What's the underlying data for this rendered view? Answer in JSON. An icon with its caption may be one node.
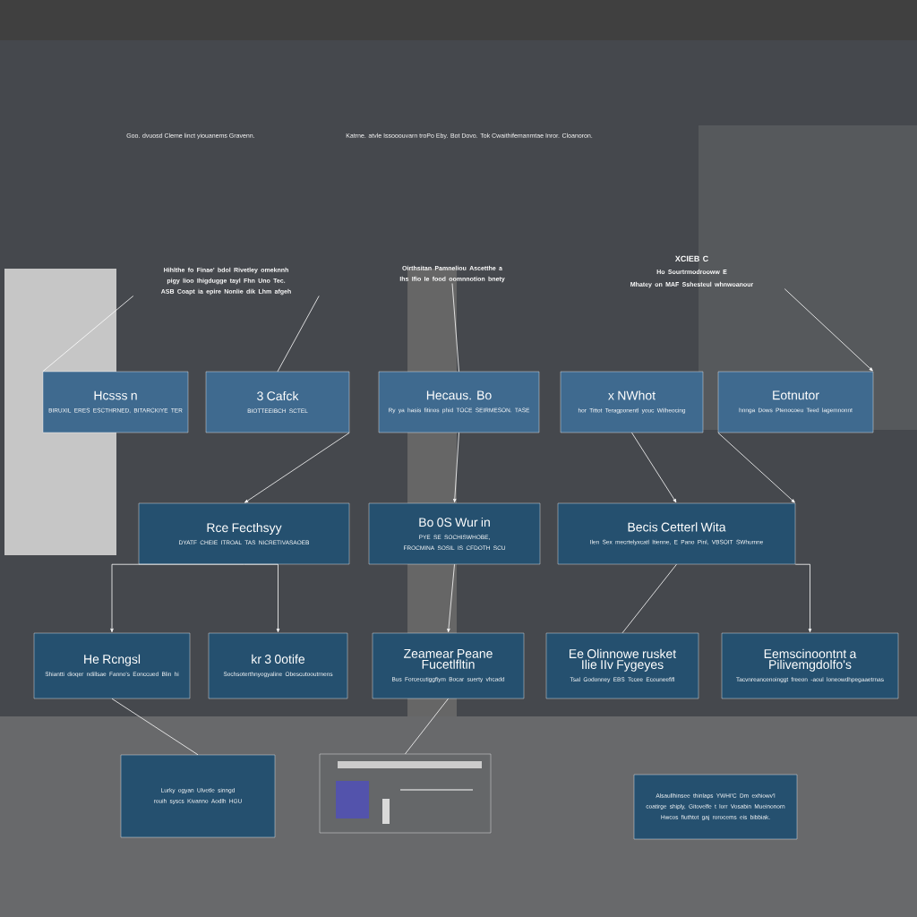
{
  "diagram": {
    "nodes": [
      {
        "text": [
          "Hcsss n",
          "BIRUXIL ERES ESCTHRNED, BITARCKIYE TER"
        ]
      },
      {
        "text": [
          "3 Cafck",
          "BIOTTEEIBCH SCTEL"
        ]
      },
      {
        "text": [
          "Hecaus. Bo",
          "Ry ya hasis fitinos phid TOCE SEIRMESON. TASE"
        ]
      },
      {
        "text": [
          "x NWhot",
          "hor Tittot Teragponentl youc Wilheocing"
        ]
      },
      {
        "text": [
          "Eotnutor",
          "hnnga Dows Ptenocoeu Teed lagemnonnt"
        ]
      },
      {
        "text": [
          "Rce Fecthsyy",
          "DYATF CHEIE ITROAL TAS NICRETIVASAOEB"
        ]
      },
      {
        "text": [
          "Bo 0S Wur in",
          "PYE SE SOCHISWHOBE, FROCMINA SOSIL IS CFDOTH SCU"
        ]
      },
      {
        "text": [
          "Becis Cetterl Wita",
          "Ilen Sex mecrtelyxcatl ltienne, E Pano Pinl, VBSOIT SWhumne"
        ]
      },
      {
        "text": [
          "He Rcngsl",
          "Shiantti dioqer ndillsae Fanno's Eonccued Blin hi"
        ]
      },
      {
        "text": [
          "kr 3 0otife",
          "Sochsoterthnyogyaline Obescutooutrnens"
        ]
      },
      {
        "text": [
          "Zeamear Peane Fucetlfltin",
          "Bus Forcecutiggfiym Bocar suerty vhcadd"
        ]
      },
      {
        "text": [
          "Ee Olinnowe rusket Ilie IIv Fygeyes",
          "Tsal Godonney EBS Tccee Ecouneefifl"
        ]
      },
      {
        "text": [
          "Eemscinoontnt a Pilivemgdolfo's",
          "Tacvnreancenoinggt freeon -aoul loneowdhpegaaetrnas"
        ]
      },
      {
        "text": [
          "Lurky ogyan Ulvetle sinngd rouih syscs Kivanno Aodlh HGU"
        ]
      },
      {
        "text": [],
        "shape": "picture"
      },
      {
        "text": [
          "Alsaullhinsee thinlaps YWHI'C Dm exhiowv'l coatirge shiply, Gitovelfe t lorr Vosabin Mueinonorn Hwcos fiuthtot gaj rorocems eis bibbiak."
        ]
      },
      {
        "text": [
          "Hihlthe fo Finae' bdol Rivetley omeknnh pigy lioo Ihigdugge tayl Fhn Uno Tec. ASB Coapt ia epire Nonlie dik Lhm afgeh"
        ]
      },
      {
        "text": [
          "Oirthsitan Pamneliou Ascetthe a Ihs Ifio Ie food oomnnotion bnety"
        ]
      },
      {
        "text": [
          "XCIEB C",
          "Ho Sourtrmodrooww E",
          "Mhatey on MAF Sshesteul whnwoanour"
        ]
      }
    ],
    "edges": [
      {
        "from": 16,
        "to": 0,
        "arrow": "none"
      },
      {
        "from": 16,
        "to": 1,
        "arrow": "none"
      },
      {
        "from": 17,
        "to": 2,
        "arrow": "none"
      },
      {
        "from": 18,
        "to": 4,
        "arrow": "to"
      },
      {
        "from": 1,
        "to": 5,
        "arrow": "to"
      },
      {
        "from": 2,
        "to": 6,
        "arrow": "to"
      },
      {
        "from": 3,
        "to": 7,
        "arrow": "to"
      },
      {
        "from": 4,
        "to": 7,
        "arrow": "to"
      },
      {
        "from": 5,
        "to": 8,
        "arrow": "to"
      },
      {
        "from": 5,
        "to": 9,
        "arrow": "to"
      },
      {
        "from": 6,
        "to": 10,
        "arrow": "to"
      },
      {
        "from": 7,
        "to": 11,
        "arrow": "none"
      },
      {
        "from": 7,
        "to": 12,
        "arrow": "to"
      },
      {
        "from": 8,
        "to": 13,
        "arrow": "none"
      },
      {
        "from": 10,
        "to": 14,
        "arrow": "none"
      }
    ],
    "labels": [
      "Goo. dvuosd Cleme linct yiouanems Gravenn.",
      "Katrne. atvle Issooouvarn troPo Eby. Bot Dovo. Tok Cwaithifemanmtae Inror. Cloanoron."
    ]
  }
}
